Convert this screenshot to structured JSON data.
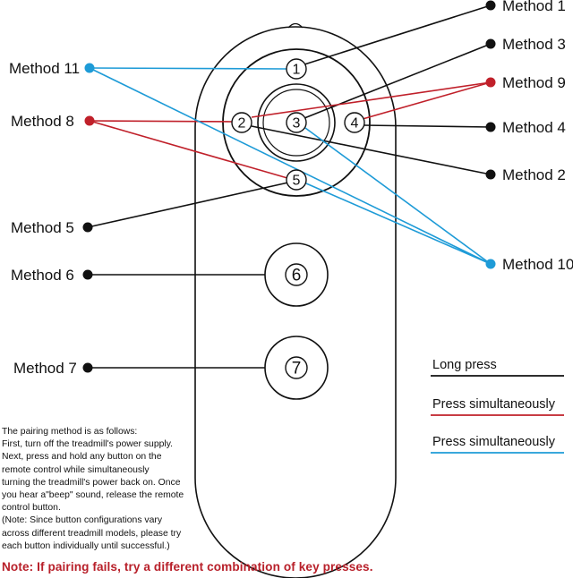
{
  "buttons": {
    "b1": "1",
    "b2": "2",
    "b3": "3",
    "b4": "4",
    "b5": "5",
    "b6": "6",
    "b7": "7"
  },
  "methods": {
    "m1": "Method 1",
    "m2": "Method 2",
    "m3": "Method 3",
    "m4": "Method 4",
    "m5": "Method 5",
    "m6": "Method 6",
    "m7": "Method 7",
    "m8": "Method 8",
    "m9": "Method 9",
    "m10": "Method 10",
    "m11": "Method 11"
  },
  "legend": [
    {
      "label": "Long press",
      "color": "#111111"
    },
    {
      "label": "Press simultaneously",
      "color": "#c0202a"
    },
    {
      "label": "Press simultaneously",
      "color": "#1e9bd7"
    }
  ],
  "colors": {
    "black": "#111111",
    "red": "#c0202a",
    "blue": "#1e9bd7"
  },
  "instructions": [
    "The pairing method is as follows:",
    "First, turn off the treadmill's power supply.",
    "Next, press and hold any button on the",
    "remote control while simultaneously",
    "turning the treadmill's power back on. Once",
    "you hear a\"beep\" sound, release the remote",
    "control button.",
    "(Note: Since button configurations vary",
    "across different treadmill models, please try",
    "each button individually until successful.)"
  ],
  "note": "Note: If pairing fails, try a different combination of key presses."
}
